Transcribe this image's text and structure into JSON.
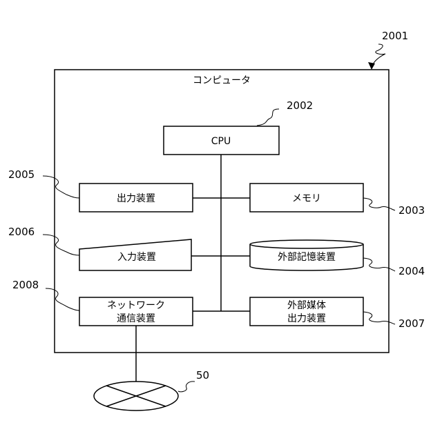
{
  "diagram": {
    "computer": {
      "ref": "2001",
      "title": "コンピュータ"
    },
    "cpu": {
      "ref": "2002",
      "label": "CPU"
    },
    "memory": {
      "ref": "2003",
      "label": "メモリ"
    },
    "external_storage": {
      "ref": "2004",
      "label": "外部記憶装置"
    },
    "output_device": {
      "ref": "2005",
      "label": "出力装置"
    },
    "input_device": {
      "ref": "2006",
      "label": "入力装置"
    },
    "external_media_output": {
      "ref": "2007",
      "label_line1": "外部媒体",
      "label_line2": "出力装置"
    },
    "network_device": {
      "ref": "2008",
      "label_line1": "ネットワーク",
      "label_line2": "通信装置"
    },
    "network": {
      "ref": "50"
    }
  }
}
